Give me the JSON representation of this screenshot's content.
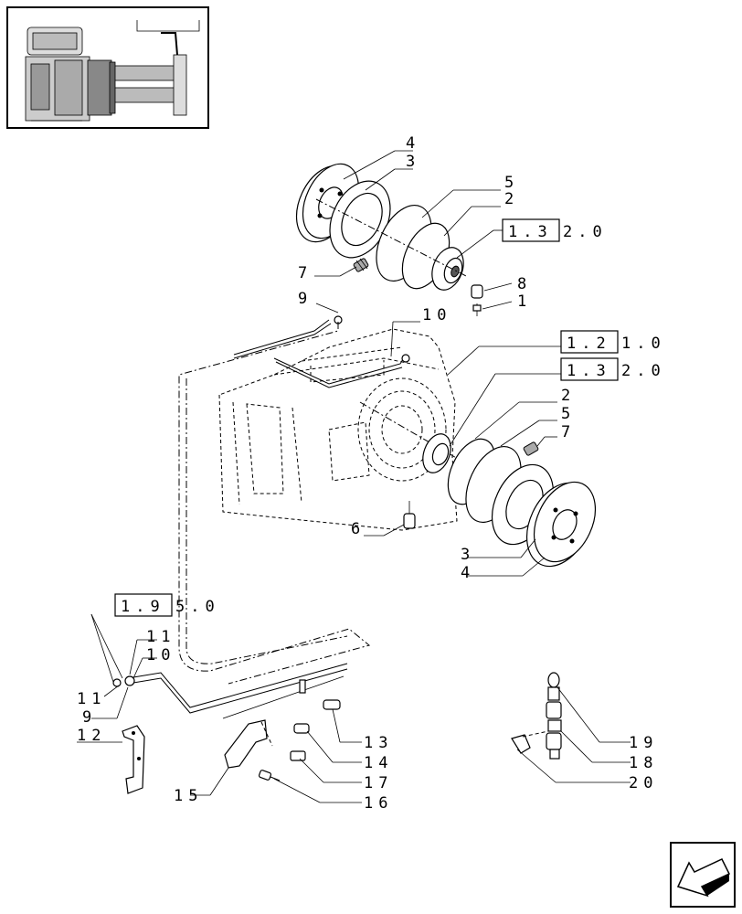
{
  "callouts": {
    "c1": "1",
    "c2_top": "2",
    "c2_mid": "2",
    "c3_top": "3",
    "c3_bot": "3",
    "c4_top": "4",
    "c4_bot": "4",
    "c5_top": "5",
    "c5_mid": "5",
    "c6": "6",
    "c7_top": "7",
    "c7_mid": "7",
    "c8": "8",
    "c9_top": "9",
    "c9_bot": "9",
    "c10_top": "10",
    "c10_bot": "10",
    "c11_a": "11",
    "c11_b": "11",
    "c12": "12",
    "c13": "13",
    "c14": "14",
    "c15": "15",
    "c16": "16",
    "c17": "17",
    "c18": "18",
    "c19": "19",
    "c20": "20"
  },
  "references": [
    {
      "boxed": "1.3",
      "rest": "2.0"
    },
    {
      "boxed": "1.2",
      "rest": "1.0"
    },
    {
      "boxed": "1.3",
      "rest": "2.0"
    },
    {
      "boxed": "1.9",
      "rest": "5.0"
    }
  ],
  "icons": {
    "thumbnail": "assembly-thumbnail-icon",
    "navigation": "next-page-arrow-icon"
  }
}
